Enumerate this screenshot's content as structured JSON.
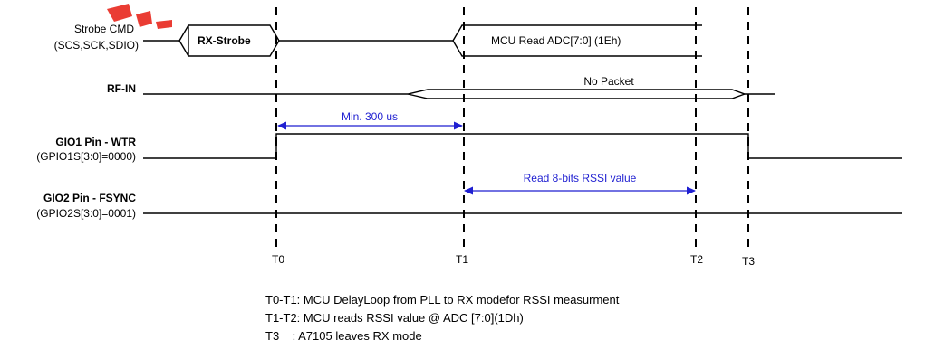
{
  "signals": {
    "strobe": {
      "name": "Strobe CMD",
      "pins": "(SCS,SCK,SDIO)",
      "cmd1": "RX-Strobe",
      "cmd2": "MCU Read ADC[7:0] (1Eh)"
    },
    "rfin": {
      "name": "RF-IN",
      "state": "No Packet"
    },
    "gio1": {
      "name": "GIO1 Pin - WTR",
      "config": "(GPIO1S[3:0]=0000)"
    },
    "gio2": {
      "name": "GIO2 Pin - FSYNC",
      "config": "(GPIO2S[3:0]=0001)"
    }
  },
  "intervals": {
    "t0_t1": "Min. 300 us",
    "t1_t2": "Read 8-bits RSSI value"
  },
  "time_markers": [
    "T0",
    "T1",
    "T2",
    "T3"
  ],
  "notes": [
    "T0-T1:  MCU DelayLoop from PLL to RX modefor RSSI measurment",
    "T1-T2:  MCU reads RSSI value @ ADC [7:0](1Dh)",
    "T3    : A7105 leaves RX mode"
  ],
  "colors": {
    "waveform": "#000000",
    "annotation": "#1f1fd1",
    "watermark": "#e8281e"
  }
}
